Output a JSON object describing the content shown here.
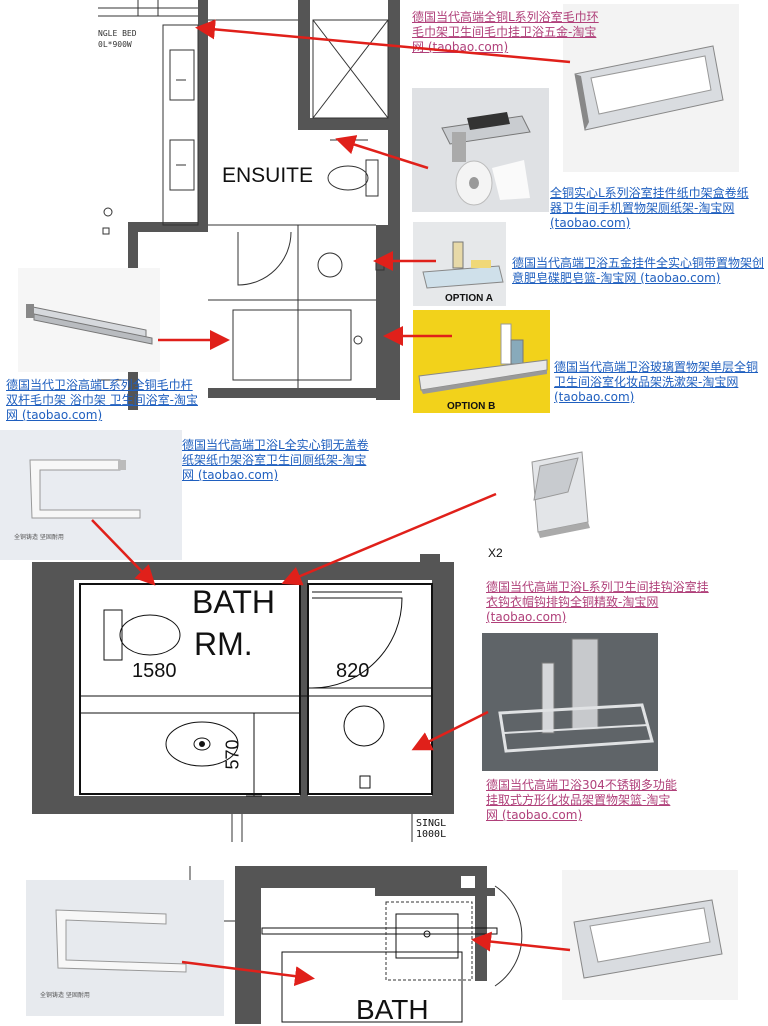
{
  "plan1": {
    "room_label": "ENSUITE",
    "bed_label_1": "NGLE BED",
    "bed_label_2": "0L*900W"
  },
  "plan2": {
    "room_label_1": "BATH",
    "room_label_2": "RM.",
    "dim_left": "1580",
    "dim_right": "820",
    "dim_vertical": "570",
    "corner_label_1": "SINGL",
    "corner_label_2": "1000L"
  },
  "plan3": {
    "room_label": "BATH"
  },
  "photos": {
    "option_a": "OPTION A",
    "option_b": "OPTION B",
    "x2": "X2",
    "holder_caption": "全铜铸造 坚固耐用"
  },
  "links": {
    "towel_ring_top": "德国当代高端全铜L系列浴室毛巾环毛巾架卫生间毛巾挂卫浴五金-淘宝网 (taobao.com)",
    "paper_holder_phone": "全铜实心L系列浴室挂件纸巾架盒卷纸器卫生间手机置物架厕纸架-淘宝网 (taobao.com)",
    "soap_dish": "德国当代高端卫浴五金挂件全实心铜带置物架创意肥皂碟肥皂篮-淘宝网 (taobao.com)",
    "glass_shelf": "德国当代高端卫浴玻璃置物架单层全铜卫生间浴室化妆品架洗漱架-淘宝网 (taobao.com)",
    "double_towel_bar": "德国当代卫浴高端L系列全铜毛巾杆双杆毛巾架 浴巾架 卫生间浴室-淘宝网 (taobao.com)",
    "paper_holder_open": "德国当代高端卫浴L全实心铜无盖卷纸架纸巾架浴室卫生间厕纸架-淘宝网 (taobao.com)",
    "robe_hook": "德国当代高端卫浴L系列卫生间挂钩浴室挂衣钩衣帽钩排钩全铜精致-淘宝网 (taobao.com)",
    "steel_basket": "德国当代高端卫浴304不锈钢多功能挂取式方形化妆品架置物架篮-淘宝网 (taobao.com)"
  },
  "colors": {
    "arrow": "#e0201a",
    "wall": "#555555",
    "pink_link": "#b0407a",
    "blue_link": "#1f5fbf",
    "yellow_bg": "#f2d21b"
  }
}
